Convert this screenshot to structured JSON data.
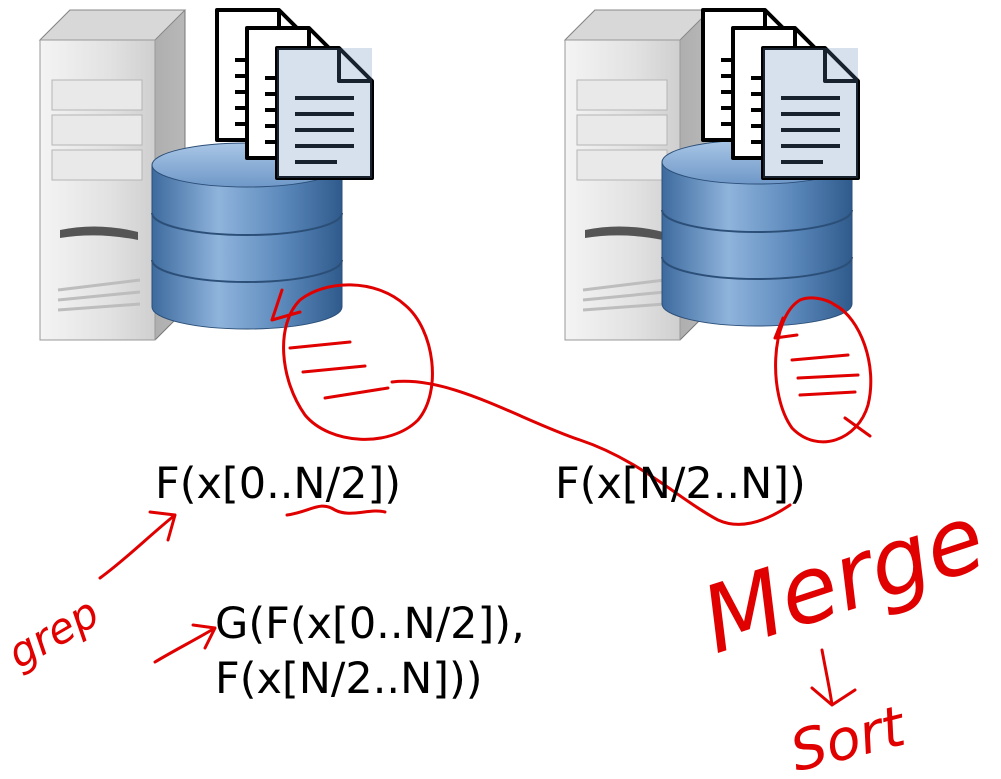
{
  "nodes": [
    {
      "name": "server-left",
      "formula": "F(x[0..N/2])"
    },
    {
      "name": "server-right",
      "formula": "F(x[N/2..N])"
    }
  ],
  "combined_formula": {
    "line1": "G(F(x[0..N/2]),",
    "line2": "F(x[N/2..N]))"
  },
  "annotations": {
    "grep": "grep",
    "merge": "Merge",
    "sort": "Sort"
  },
  "colors": {
    "ink": "#e00000",
    "server_body": "#e6e6e6",
    "server_side": "#9a9a9a",
    "database": "#5b86b8",
    "document_stroke": "#000000"
  },
  "icons": [
    "server-icon",
    "database-icon",
    "document-stack-icon"
  ]
}
